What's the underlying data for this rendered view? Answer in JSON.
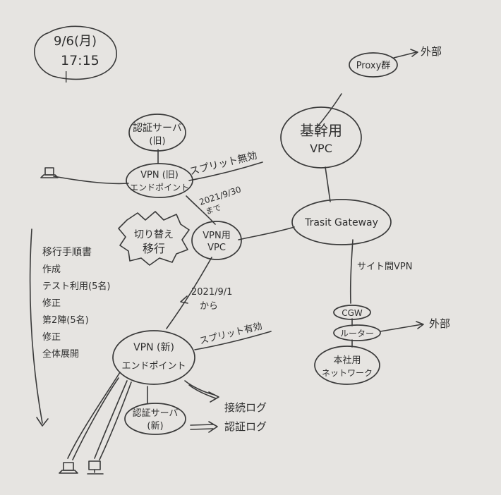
{
  "date_note": {
    "line1": "9/6(月)",
    "line2": "17:15",
    "line3": "|"
  },
  "nodes": {
    "auth_old": {
      "line1": "認証サーバ",
      "line2": "(旧)"
    },
    "vpn_old": {
      "line1": "VPN (旧)",
      "line2": "エンドポイント"
    },
    "split_disabled": "スプリット無効",
    "until_date": {
      "line1": "2021/9/30",
      "line2": "まで"
    },
    "cutover": {
      "line1": "切り替え",
      "line2": "移行"
    },
    "vpn_vpc": {
      "line1": "VPN用",
      "line2": "VPC"
    },
    "from_date": {
      "line1": "2021/9/1",
      "line2": "から"
    },
    "vpn_new": {
      "line1": "VPN (新)",
      "line2": "エンドポイント"
    },
    "split_enabled": "スプリット有効",
    "auth_new": {
      "line1": "認証サーバ",
      "line2": "(新)"
    },
    "conn_log": "接続ログ",
    "auth_log": "認証ログ",
    "core_vpc": {
      "line1": "基幹用",
      "line2": "VPC"
    },
    "proxy": "Proxy群",
    "external_top": "外部",
    "tgw": "Trasit Gateway",
    "s2s": "サイト間VPN",
    "cgw": "CGW",
    "router": "ルーター",
    "external_right": "外部",
    "hq_net": {
      "line1": "本社用",
      "line2": "ネットワーク"
    }
  },
  "procedure": {
    "title": "移行手順書",
    "steps": [
      "作成",
      "テスト利用(5名)",
      "修正",
      "第2陣(5名)",
      "修正",
      "全体展開"
    ]
  },
  "icons": [
    "laptop-icon",
    "monitor-icon"
  ],
  "colors": {
    "paper": "#e6e4e1",
    "ink": "#3a3a3a"
  }
}
